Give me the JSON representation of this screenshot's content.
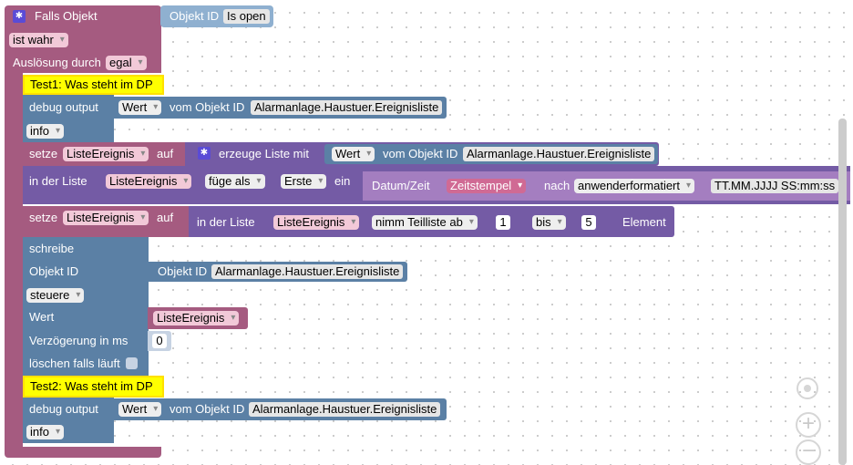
{
  "trigger": {
    "title": "Falls Objekt",
    "object_label": "Objekt ID",
    "object_value": "Is open",
    "condition": "ist wahr",
    "trigger_label": "Auslösung durch",
    "trigger_value": "egal"
  },
  "comment1": "Test1: Was steht im DP",
  "debug1": {
    "label": "debug output",
    "value_dd": "Wert",
    "from_label": "vom Objekt ID",
    "object": "Alarmanlage.Haustuer.Ereignisliste",
    "level": "info"
  },
  "set1": {
    "label": "setze",
    "var": "ListeEreignis",
    "to": "auf",
    "create_label": "erzeuge Liste mit",
    "value_dd": "Wert",
    "from_label": "vom Objekt ID",
    "object": "Alarmanlage.Haustuer.Ereignisliste"
  },
  "insert": {
    "label": "in der Liste",
    "var": "ListeEreignis",
    "mode": "füge als",
    "position": "Erste",
    "in_label": "ein",
    "date_label": "Datum/Zeit",
    "date_var": "Zeitstempel",
    "after_label": "nach",
    "format_mode": "anwenderformatiert",
    "format": "TT.MM.JJJJ SS:mm:ss"
  },
  "set2": {
    "label": "setze",
    "var": "ListeEreignis",
    "to": "auf",
    "in_list": "in der Liste",
    "list_var": "ListeEreignis",
    "op": "nimm Teilliste ab",
    "from": "1",
    "to_dd": "bis",
    "to_num": "5",
    "element": "Element"
  },
  "write": {
    "label": "schreibe",
    "obj_label": "Objekt ID",
    "obj_inner_label": "Objekt ID",
    "object": "Alarmanlage.Haustuer.Ereignisliste",
    "mode": "steuere",
    "value_label": "Wert",
    "value_var": "ListeEreignis",
    "delay_label": "Verzögerung in ms",
    "delay_value": "0",
    "clear_label": "löschen falls läuft"
  },
  "comment2": "Test2: Was steht im DP",
  "debug2": {
    "label": "debug output",
    "value_dd": "Wert",
    "from_label": "vom Objekt ID",
    "object": "Alarmanlage.Haustuer.Ereignisliste",
    "level": "info"
  },
  "colors": {
    "trigger": "#a55b80",
    "io": "#5b80a5",
    "list": "#745ba5",
    "var": "#a55b80",
    "comment": "#ffff00"
  },
  "icons": {
    "gear": "gear-icon",
    "recenter": "crosshair-icon",
    "zoom_in": "zoom-in-icon",
    "zoom_out": "zoom-out-icon"
  }
}
